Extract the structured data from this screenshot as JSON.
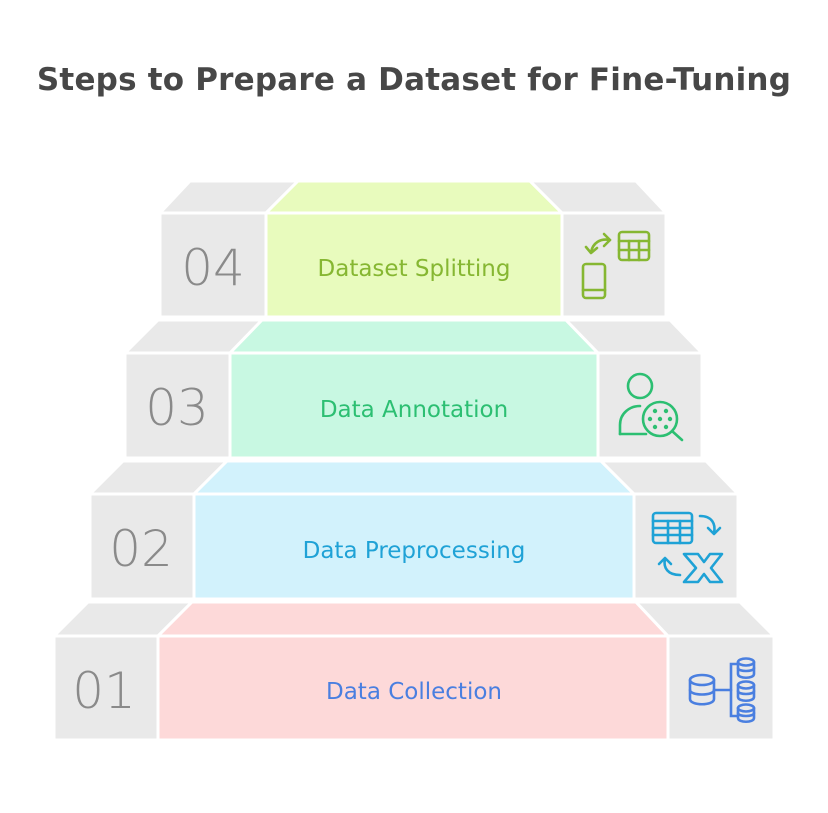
{
  "title": "Steps to Prepare a Dataset for Fine-Tuning",
  "steps": [
    {
      "number": "01",
      "label": "Data Collection",
      "icon": "database-distribution-icon",
      "fill": "#fdd9d9",
      "text_color": "#4a7fe0"
    },
    {
      "number": "02",
      "label": "Data Preprocessing",
      "icon": "table-transform-icon",
      "fill": "#d2f2fc",
      "text_color": "#1fa2d6"
    },
    {
      "number": "03",
      "label": "Data Annotation",
      "icon": "user-search-icon",
      "fill": "#c8f8e2",
      "text_color": "#2cbf72"
    },
    {
      "number": "04",
      "label": "Dataset Splitting",
      "icon": "split-transfer-icon",
      "fill": "#e8fbbd",
      "text_color": "#86b732"
    }
  ],
  "colors": {
    "side_gray": "#e9e9e9",
    "edge": "#ffffff"
  }
}
